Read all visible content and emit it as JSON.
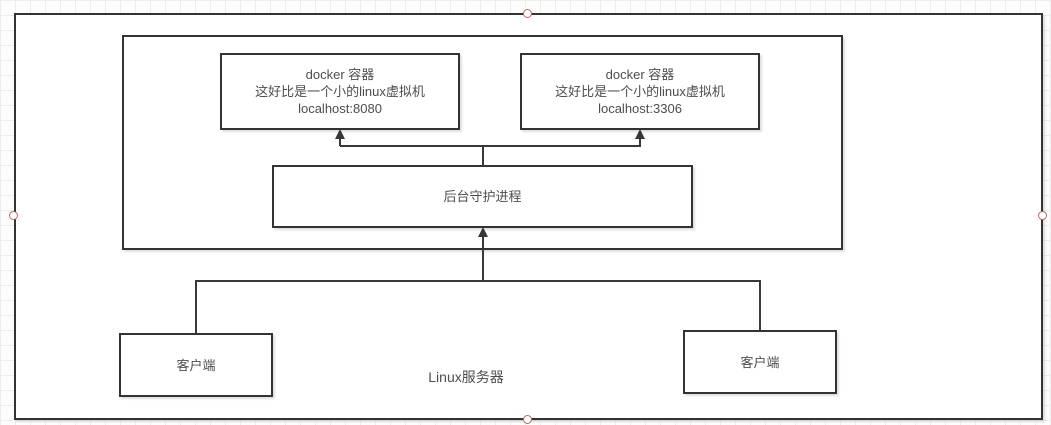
{
  "diagram": {
    "linux_server": {
      "label": "Linux服务器"
    },
    "docker_containers": [
      {
        "title": "docker 容器",
        "description": "这好比是一个小的linux虚拟机",
        "endpoint": "localhost:8080"
      },
      {
        "title": "docker 容器",
        "description": "这好比是一个小的linux虚拟机",
        "endpoint": "localhost:3306"
      }
    ],
    "daemon": {
      "label": "后台守护进程"
    },
    "clients": [
      {
        "label": "客户端"
      },
      {
        "label": "客户端"
      }
    ],
    "colors": {
      "shape_border": "#333333",
      "connector": "#383838",
      "text": "#4d4d4d",
      "selection_handle": "#b26a6a",
      "grid": "#ededed"
    }
  }
}
